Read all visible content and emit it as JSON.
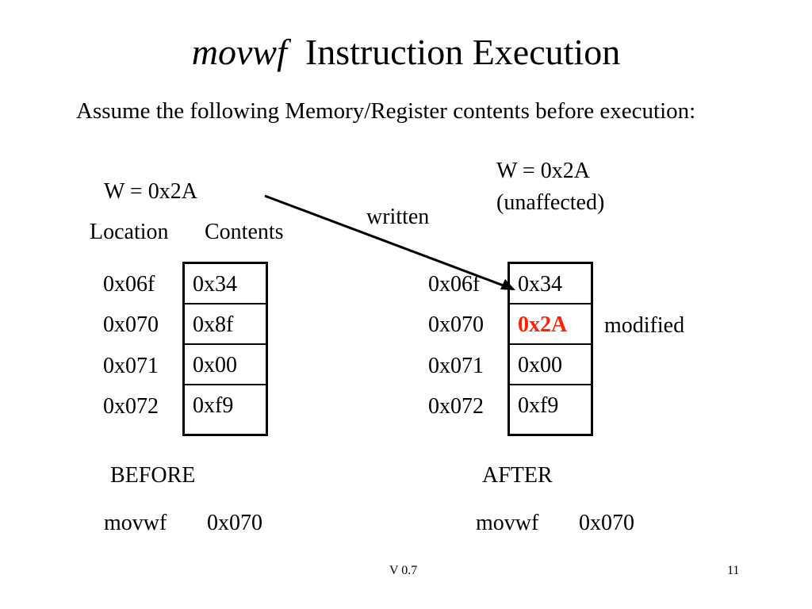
{
  "slide": {
    "title_instr": "movwf",
    "title_rest": "Instruction Execution",
    "intro": "Assume the following Memory/Register contents before execution:",
    "footer_version": "V 0.7",
    "page_number": "11"
  },
  "before": {
    "w_reg": "W = 0x2A",
    "location_header": "Location",
    "contents_header": "Contents",
    "memory": [
      {
        "address": "0x06f",
        "value": "0x34"
      },
      {
        "address": "0x070",
        "value": "0x8f"
      },
      {
        "address": "0x071",
        "value": "0x00"
      },
      {
        "address": "0x072",
        "value": "0xf9"
      }
    ],
    "label": "BEFORE",
    "instruction": "movwf",
    "operand": "0x070"
  },
  "after": {
    "w_reg": "W = 0x2A",
    "w_note": "(unaffected)",
    "memory": [
      {
        "address": "0x06f",
        "value": "0x34"
      },
      {
        "address": "0x070",
        "value": "0x2A",
        "modified": true
      },
      {
        "address": "0x071",
        "value": "0x00"
      },
      {
        "address": "0x072",
        "value": "0xf9"
      }
    ],
    "modified_label": "modified",
    "label": "AFTER",
    "instruction": "movwf",
    "operand": "0x070"
  },
  "arrow": {
    "label": "written"
  },
  "colors": {
    "modified_value": "#ff2200",
    "text": "#000000",
    "background": "#ffffff"
  }
}
